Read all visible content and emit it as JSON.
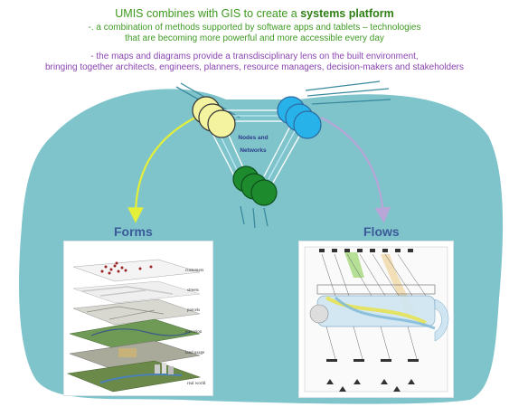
{
  "header": {
    "line1_prefix": "UMIS combines with GIS to create a ",
    "line1_bold": "systems platform",
    "line2a": "-. a combination of methods supported by software apps and tablets – technologies",
    "line2b": "that are becoming more powerful and more accessible every day",
    "line3a": "- the maps and diagrams provide a transdisciplinary lens on the built environment,",
    "line3b": "bringing together architects, engineers, planners, resource managers, decision-makers and stakeholders"
  },
  "center": {
    "label_line1": "Nodes and",
    "label_line2": "Networks"
  },
  "forms": {
    "title": "Forms",
    "layers": [
      "customers",
      "streets",
      "parcels",
      "elevation",
      "land usage",
      "real world"
    ]
  },
  "flows": {
    "title": "Flows"
  },
  "colors": {
    "background_blob": "#7fc4cb",
    "node_yellow": "#f4f3a0",
    "node_blue": "#27b3ea",
    "node_green": "#1d8a2e",
    "arrow_yellow": "#e4ef3a",
    "arrow_purple": "#b9a6d8"
  }
}
